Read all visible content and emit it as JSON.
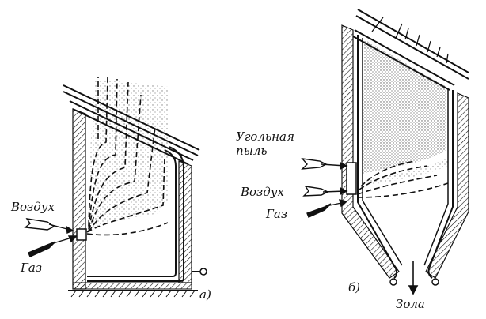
{
  "figure_a": {
    "label": "а)",
    "inputs": {
      "air": "Воздух",
      "gas": "Газ"
    }
  },
  "figure_b": {
    "label": "б)",
    "inputs": {
      "coal_dust_line1": "Угольная",
      "coal_dust_line2": "пыль",
      "air": "Воздух",
      "gas": "Газ"
    },
    "output": "Зола"
  },
  "colors": {
    "ink": "#111111",
    "paper": "#ffffff"
  }
}
